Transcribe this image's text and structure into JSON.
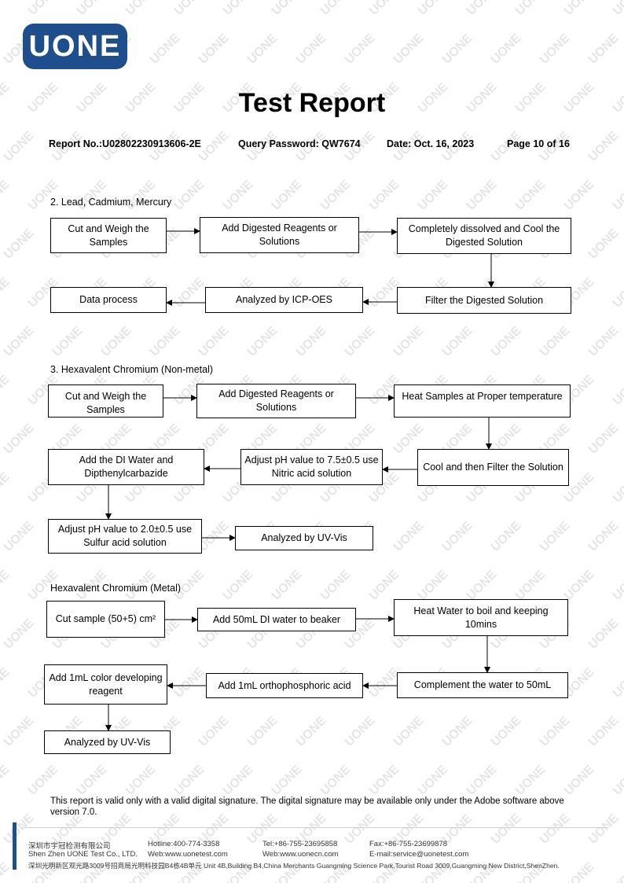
{
  "header": {
    "logo_text": "UONE",
    "title": "Test Report",
    "report_no": "Report No.:U02802230913606-2E",
    "query_password": "Query Password: QW7674",
    "date": "Date: Oct. 16, 2023",
    "page": "Page 10 of 16"
  },
  "watermark_text": "UONE",
  "sections": {
    "lead": {
      "heading": "2.  Lead, Cadmium, Mercury",
      "steps": {
        "cut_weigh": "Cut and Weigh the Samples",
        "add_reagents": "Add Digested Reagents or Solutions",
        "dissolve_cool": "Completely dissolved and Cool the Digested Solution",
        "filter": "Filter the Digested Solution",
        "icp": "Analyzed by ICP-OES",
        "data_process": "Data process"
      }
    },
    "cr_nonmetal": {
      "heading": "3.  Hexavalent Chromium (Non-metal)",
      "steps": {
        "cut_weigh": "Cut and Weigh the Samples",
        "add_reagents": "Add Digested Reagents or Solutions",
        "heat": "Heat Samples at Proper temperature",
        "cool_filter": "Cool and then Filter the Solution",
        "adjust_ph_75": "Adjust pH value to 7.5±0.5 use Nitric acid solution",
        "add_di": "Add the DI Water and Dipthenylcarbazide",
        "adjust_ph_20": "Adjust pH value to 2.0±0.5 use Sulfur acid solution",
        "uvvis": "Analyzed by UV-Vis"
      }
    },
    "cr_metal": {
      "heading": "Hexavalent Chromium (Metal)",
      "steps": {
        "cut_sample": "Cut sample (50+5) cm²",
        "add_di": "Add 50mL DI water to beaker",
        "heat_boil": "Heat Water to boil and keeping 10mins",
        "complement": "Complement the water to 50mL",
        "add_acid": "Add 1mL orthophosphoric acid",
        "add_color": "Add 1mL color developing reagent",
        "uvvis": "Analyzed by UV-Vis"
      }
    }
  },
  "note": "This report is valid only with a valid digital signature. The digital signature may be available only under the Adobe software above version 7.0.",
  "footer": {
    "company_cn": "深圳市宇冠检测有限公司",
    "company_en": "Shen Zhen UONE Test Co., LTD.",
    "hotline": "Hotline:400-774-3358",
    "web1": "Web:www.uonetest.com",
    "tel": "Tel:+86-755-23695858",
    "web2": "Web:www.uonecn.com",
    "fax": "Fax:+86-755-23699878",
    "email": "E-mail:service@uonetest.com",
    "address": "深圳光明新区观光路3009号招商局光明科技园B4栋4B单元  Unit 4B,Building B4,China Merchants Guangming Science Park,Tourist Road 3009,Guangming New District,ShenZhen."
  },
  "colors": {
    "brand": "#1f4e8c",
    "watermark": "#e6e6e6"
  }
}
